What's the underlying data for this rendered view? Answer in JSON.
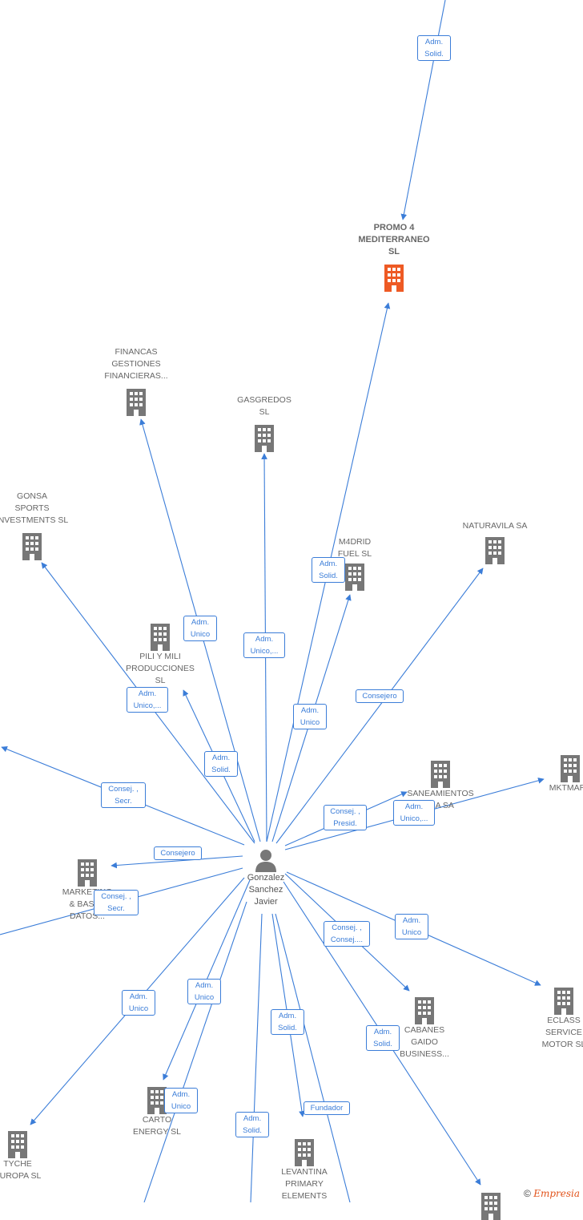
{
  "focus_company": {
    "name": "PROMO 4\nMEDITERRANEO\nSL",
    "color": "#ee5a24"
  },
  "person": {
    "name": "Gonzalez\nSanchez\nJavier"
  },
  "companies": [
    {
      "id": "financas",
      "name": "FINANCAS\nGESTIONES\nFINANCIERAS..."
    },
    {
      "id": "gasgredos",
      "name": "GASGREDOS\nSL"
    },
    {
      "id": "gonsa",
      "name": "GONSA\nSPORTS\nINVESTMENTS SL"
    },
    {
      "id": "m4drid",
      "name": "M4DRID\nFUEL SL"
    },
    {
      "id": "naturavila",
      "name": "NATURAVILA SA"
    },
    {
      "id": "pili",
      "name": "PILI Y MILI\nPRODUCCIONES\nSL"
    },
    {
      "id": "saneamientos",
      "name": "SANEAMIENTOS\nRIA SA"
    },
    {
      "id": "mktmare",
      "name": "MKTMARE"
    },
    {
      "id": "marketing",
      "name": "MARKETING\n& BASES\nDATOS..."
    },
    {
      "id": "cabanes",
      "name": "CABANES\nGAIDO\nBUSINESS..."
    },
    {
      "id": "eclass",
      "name": "ECLASS\nSERVICE\nMOTOR SL"
    },
    {
      "id": "carto",
      "name": "CARTO\nENERGY SL"
    },
    {
      "id": "tyche",
      "name": "TYCHE\nEUROPA SL"
    },
    {
      "id": "levantina",
      "name": "LEVANTINA\nPRIMARY\nELEMENTS"
    },
    {
      "id": "bottom_right",
      "name": ""
    }
  ],
  "relations": [
    {
      "id": "r_top",
      "label": "Adm.\nSolid."
    },
    {
      "id": "r_promo",
      "label": "Adm.\nSolid."
    },
    {
      "id": "r_financas",
      "label": "Adm.\nUnico"
    },
    {
      "id": "r_gasgredos",
      "label": "Adm.\nUnico,..."
    },
    {
      "id": "r_gonsa",
      "label": "Adm.\nUnico,..."
    },
    {
      "id": "r_m4drid",
      "label": "Adm.\nUnico"
    },
    {
      "id": "r_naturavila",
      "label": "Consejero"
    },
    {
      "id": "r_pili",
      "label": "Adm.\nSolid."
    },
    {
      "id": "r_left_top",
      "label": "Consej. ,\nSecr."
    },
    {
      "id": "r_saneamientos",
      "label": "Consej. ,\nPresid."
    },
    {
      "id": "r_mktmare",
      "label": "Adm.\nUnico,..."
    },
    {
      "id": "r_marketing",
      "label": "Consejero"
    },
    {
      "id": "r_left_bottom",
      "label": "Consej. ,\nSecr."
    },
    {
      "id": "r_cabanes",
      "label": "Consej. ,\nConsej...."
    },
    {
      "id": "r_eclass",
      "label": "Adm.\nUnico"
    },
    {
      "id": "r_tyche",
      "label": "Adm.\nUnico"
    },
    {
      "id": "r_carto1",
      "label": "Adm.\nUnico"
    },
    {
      "id": "r_carto2",
      "label": "Adm.\nUnico"
    },
    {
      "id": "r_levantina_a",
      "label": "Adm.\nSolid."
    },
    {
      "id": "r_levantina_b",
      "label": "Fundador"
    },
    {
      "id": "r_bottom",
      "label": "Adm.\nSolid."
    },
    {
      "id": "r_bottom_right",
      "label": "Adm.\nSolid."
    }
  ],
  "colors": {
    "edge": "#3b7dd8",
    "building": "#777777",
    "focus": "#ee5a24"
  },
  "footer": {
    "copyright": "©",
    "brand": "Empresia"
  }
}
